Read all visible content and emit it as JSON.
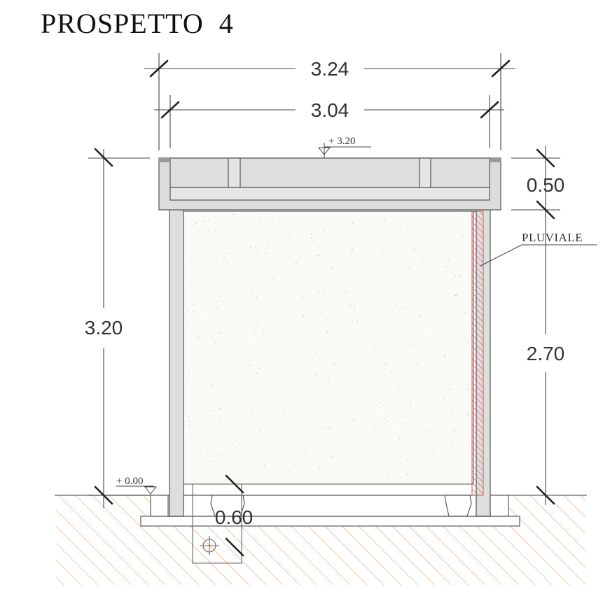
{
  "title": "PROSPETTO  4",
  "dimensions": {
    "overall_width": "3.24",
    "inner_width": "3.04",
    "total_height": "3.20",
    "beam_height": "0.50",
    "opening_height": "2.70",
    "foundation_width": "0.60"
  },
  "levels": {
    "top": "+ 3.20",
    "ground": "+ 0.00"
  },
  "notes": {
    "downpipe": "PLUVIALE"
  },
  "colors": {
    "line": "#4a4a4a",
    "concrete": "#dedede",
    "ground_hatch": "#e8a878",
    "downpipe_hatch": "#d9534f",
    "speckle": "#9a9a7a"
  }
}
